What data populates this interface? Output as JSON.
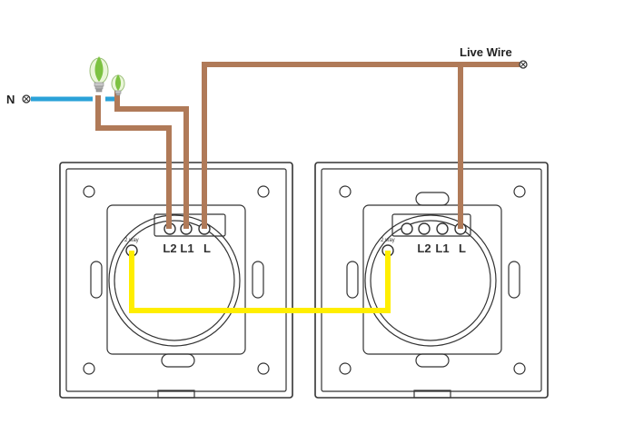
{
  "labels": {
    "live_wire": "Live Wire",
    "neutral": "N",
    "switch_left": {
      "t1": "L2",
      "t2": "L1",
      "t3": "L"
    },
    "switch_right": {
      "t1": "L2",
      "t2": "L1",
      "t3": "L"
    },
    "two_way": "2 way"
  },
  "colors": {
    "live_wire": "#b07a58",
    "neutral_wire": "#2aa2d8",
    "traveler_wire": "#ffee00",
    "outline": "#333333",
    "lamp_leaf": "#7cc241"
  },
  "icons": [
    "lightbulb-icon",
    "lightbulb-icon",
    "neutral-terminal-icon",
    "live-terminal-icon"
  ]
}
